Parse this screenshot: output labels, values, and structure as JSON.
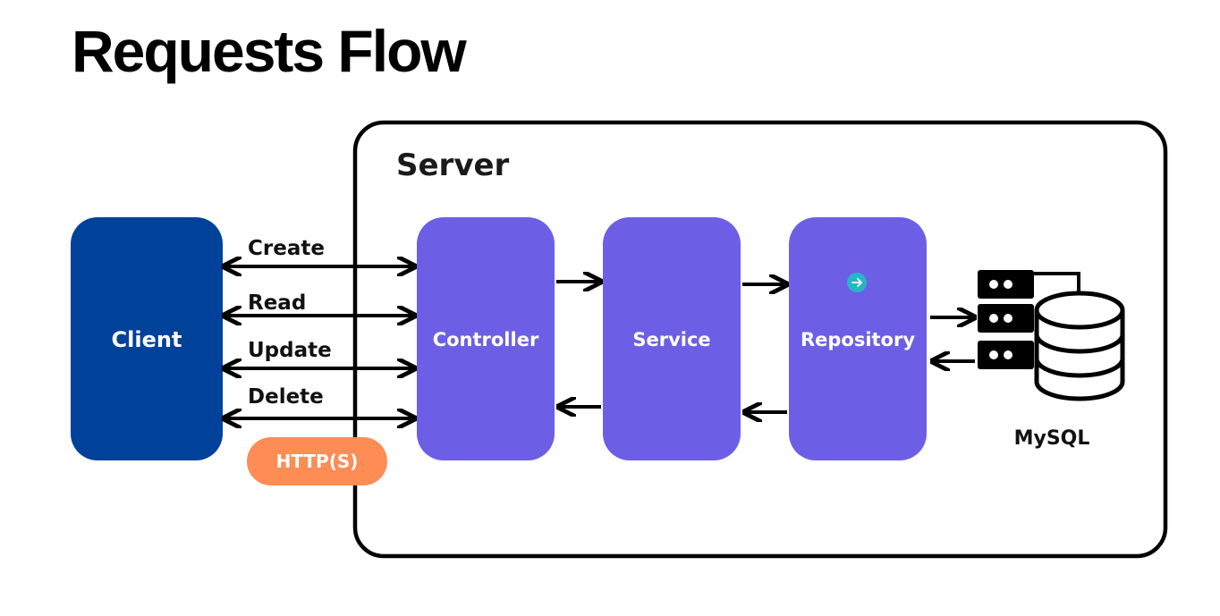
{
  "title": "Requests Flow",
  "server": {
    "label": "Server"
  },
  "client": {
    "label": "Client"
  },
  "layers": [
    {
      "id": "controller",
      "label": "Controller"
    },
    {
      "id": "service",
      "label": "Service"
    },
    {
      "id": "repository",
      "label": "Repository"
    }
  ],
  "operations": [
    "Create",
    "Read",
    "Update",
    "Delete"
  ],
  "protocol": {
    "label": "HTTP(S)"
  },
  "database": {
    "label": "MySQL"
  },
  "colors": {
    "client": "#00419a",
    "layer": "#6c5fe6",
    "protocol": "#fe8c55",
    "cursor": "#28b5c6",
    "ink": "#000000"
  }
}
